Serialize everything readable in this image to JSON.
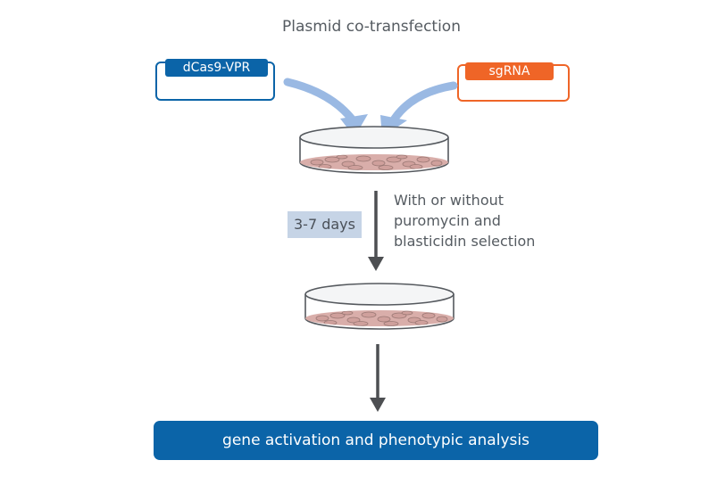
{
  "title": "Plasmid co-transfection",
  "plasmids": {
    "left_label": "dCas9-VPR",
    "right_label": "sgRNA"
  },
  "step": {
    "duration": "3-7 days",
    "selection_line1": "With or without",
    "selection_line2": "puromycin and",
    "selection_line3": "blasticidin selection"
  },
  "result": "gene activation and phenotypic analysis",
  "colors": {
    "dcas9": "#0b64a8",
    "sgrna": "#ef6527",
    "arrow_blue": "#8fb3e0",
    "arrow_dark": "#4d4f52",
    "result_box": "#0b64a8",
    "days_box": "#c6d4e6"
  }
}
